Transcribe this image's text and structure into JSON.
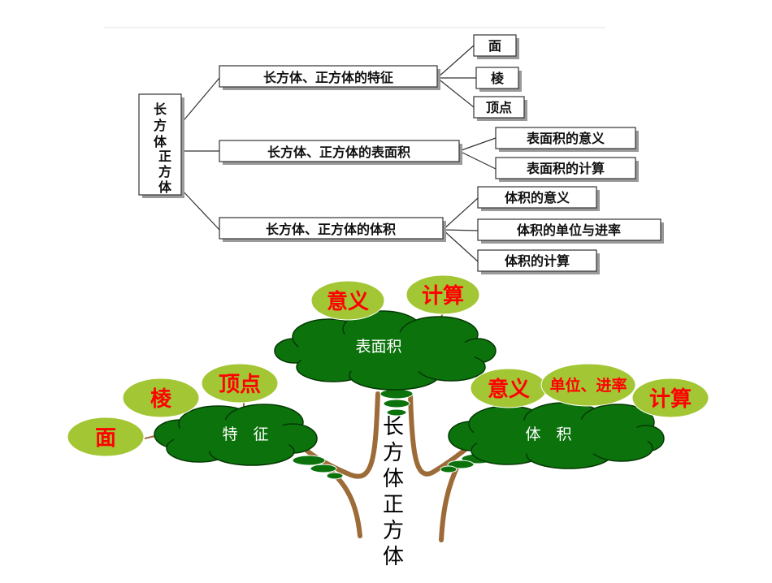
{
  "outline": {
    "root": [
      "长",
      "方",
      "体",
      "正",
      "方",
      "体"
    ],
    "branches": [
      {
        "label": "长方体、正方体的特征",
        "items": [
          "面",
          "棱",
          "顶点"
        ]
      },
      {
        "label": "长方体、正方体的表面积",
        "items": [
          "表面积的意义",
          "表面积的计算"
        ]
      },
      {
        "label": "长方体、正方体的体积",
        "items": [
          "体积的意义",
          "体积的单位与进率",
          "体积的计算"
        ]
      }
    ]
  },
  "tree": {
    "trunk": [
      "长",
      "方",
      "体",
      "正",
      "方",
      "体"
    ],
    "left_crown": {
      "label": "特　征",
      "leaves": [
        "面",
        "棱",
        "顶点"
      ]
    },
    "top_crown": {
      "label": "表面积",
      "leaves": [
        "意义",
        "计算"
      ]
    },
    "right_crown": {
      "label": "体　积",
      "leaves": [
        "意义",
        "单位、进率",
        "计算"
      ]
    }
  },
  "colors": {
    "crown": "#0c730c",
    "leaf": "#a3c634",
    "leaf_text": "#ff0000",
    "branch": "#9c6b38"
  }
}
